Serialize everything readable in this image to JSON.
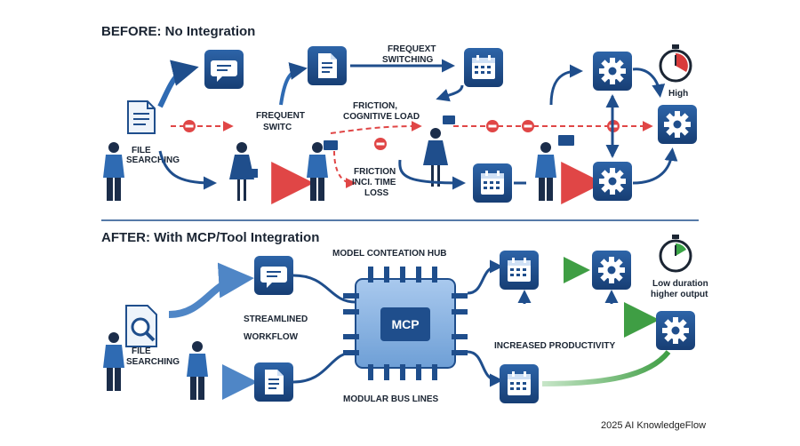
{
  "before": {
    "title": "BEFORE: No Integration",
    "labels": {
      "file_searching": [
        "FILE",
        "SEARCHING"
      ],
      "frequent_switc": [
        "FREQUENT",
        "SWITC"
      ],
      "frequext_switching": [
        "FREQUEXT",
        "SWITCHING"
      ],
      "friction_cognitive": [
        "FRICTION,",
        "COGNITIVE LOAD"
      ],
      "friction_time": [
        "FRICTION",
        "INCI. TIME",
        "LOSS"
      ],
      "high": "High"
    }
  },
  "after": {
    "title": "AFTER: With MCP/Tool Integration",
    "labels": {
      "hub": "MODEL CONTEATION HUB",
      "mcp": "MCP",
      "streamlined": [
        "STREAMLINED",
        "WORKFLOW"
      ],
      "file_searching": [
        "FILE",
        "SEARCHING"
      ],
      "bus_lines": "MODULAR BUS LINES",
      "productivity": "INCREASED PRODUCTIVITY",
      "low_duration": [
        "Low duration",
        "higher output"
      ]
    }
  },
  "footer": "2025 AI KnowledgeFlow",
  "colors": {
    "navy": "#1f4e8c",
    "blue": "#2f6bb3",
    "light_blue": "#8fb6e3",
    "red": "#e04646",
    "green": "#4caf50",
    "stopwatch_red": "#d83a3a",
    "stopwatch_green": "#3aa546"
  },
  "icons": {
    "chat": "chat-bubble-icon",
    "document": "document-icon",
    "calendar": "calendar-icon",
    "gear": "gear-icon",
    "stopwatch": "stopwatch-icon",
    "no_entry": "no-entry-icon",
    "magnifier": "magnifier-document-icon",
    "chip": "mcp-chip-icon"
  }
}
